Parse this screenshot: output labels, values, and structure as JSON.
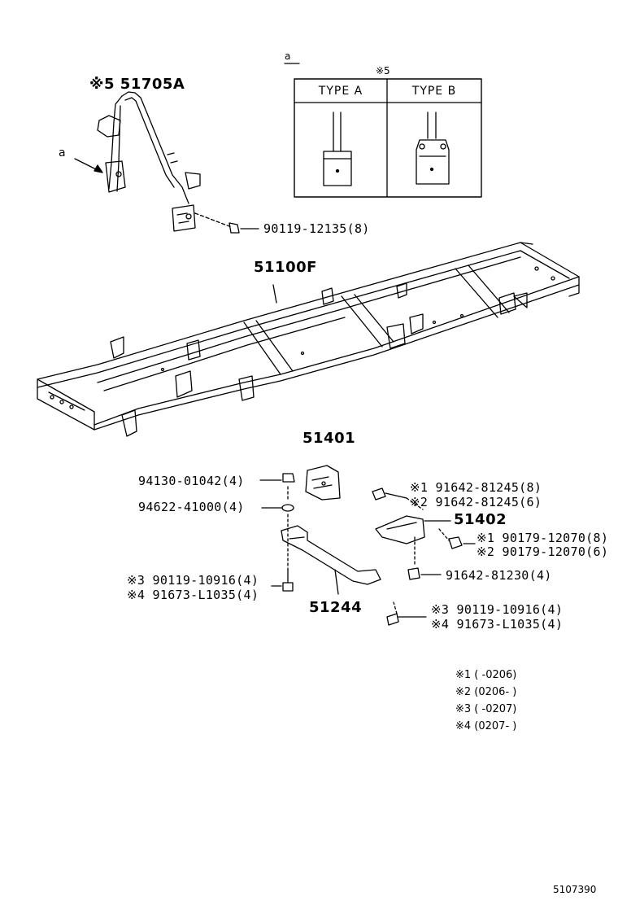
{
  "inset": {
    "ref_letter": "a",
    "note_mark": "※5",
    "type_a": "TYPE  A",
    "type_b": "TYPE  B"
  },
  "labels": {
    "p51705a": "※5 51705A",
    "arrow_a": "a",
    "p90119_12135": "90119-12135(8)",
    "p51100f": "51100F",
    "p51401": "51401",
    "p94130": "94130-01042(4)",
    "p94622": "94622-41000(4)",
    "p91642_81245_1": "※1 91642-81245(8)",
    "p91642_81245_2": "※2 91642-81245(6)",
    "p51402": "51402",
    "p90179_1": "※1 90179-12070(8)",
    "p90179_2": "※2 90179-12070(6)",
    "p91642_81230": "91642-81230(4)",
    "p90119_10916_l": "※3 90119-10916(4)",
    "p91673_l": "※4 91673-L1035(4)",
    "p51244": "51244",
    "p90119_10916_r": "※3 90119-10916(4)",
    "p91673_r": "※4 91673-L1035(4)"
  },
  "notes": [
    "※1 (        -0206)",
    "※2 (0206-        )",
    "※3 (        -0207)",
    "※4 (0207-        )"
  ],
  "diagram_id": "5107390"
}
